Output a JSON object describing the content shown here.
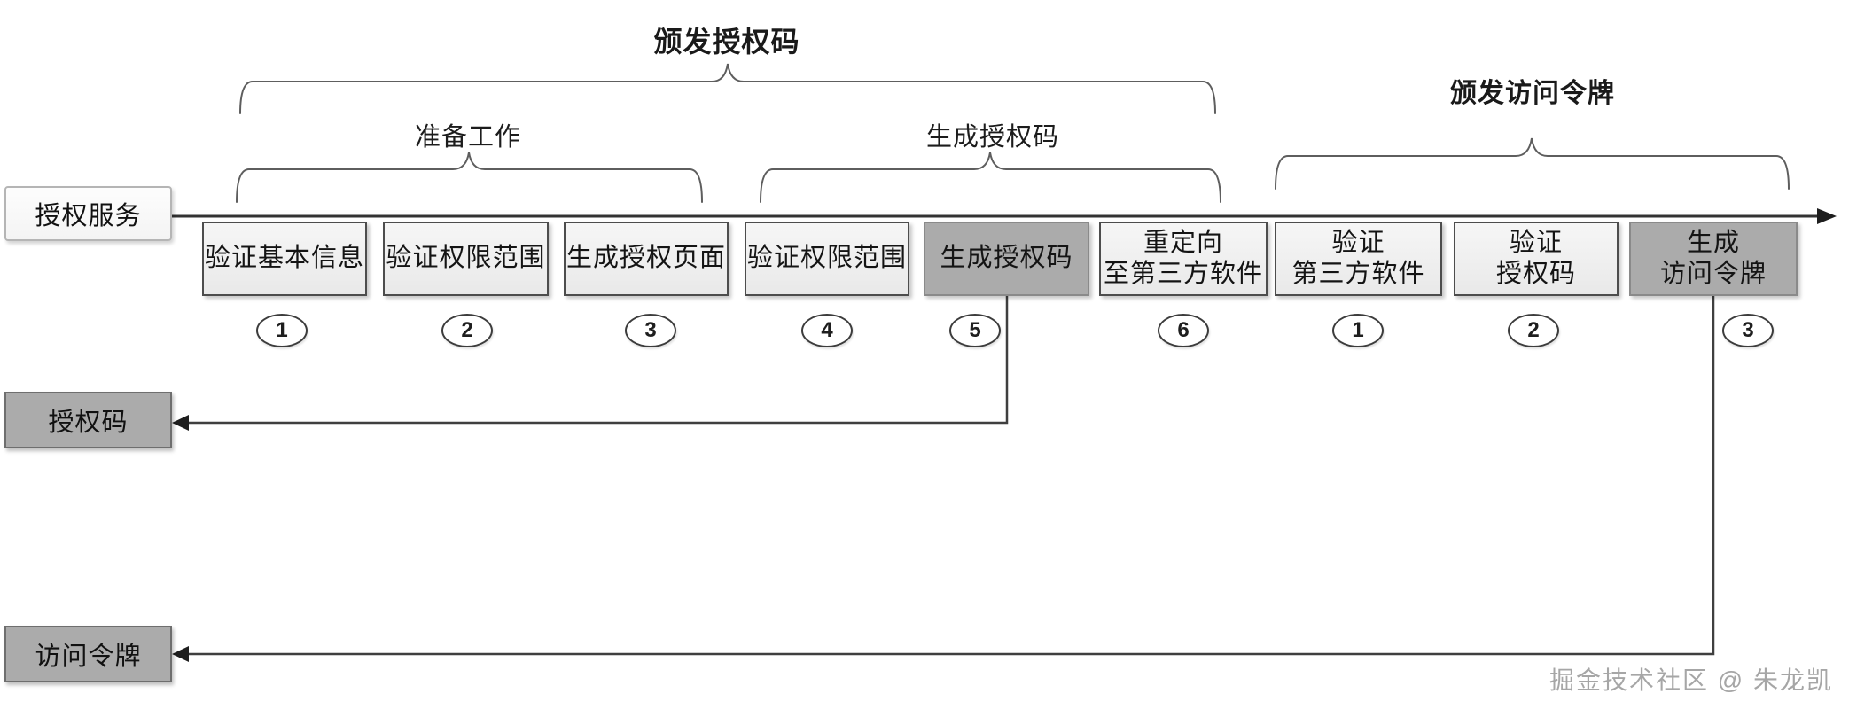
{
  "titles": {
    "issue_auth_code": "颁发授权码",
    "prepare_work": "准备工作",
    "generate_auth_code": "生成授权码",
    "issue_access_token": "颁发访问令牌"
  },
  "lanes": {
    "auth_service": "授权服务",
    "auth_code": "授权码",
    "access_token": "访问令牌"
  },
  "steps": [
    {
      "line1": "验证基本信息",
      "line2": "",
      "num": "1"
    },
    {
      "line1": "验证权限范围",
      "line2": "",
      "num": "2"
    },
    {
      "line1": "生成授权页面",
      "line2": "",
      "num": "3"
    },
    {
      "line1": "验证权限范围",
      "line2": "",
      "num": "4"
    },
    {
      "line1": "生成授权码",
      "line2": "",
      "num": "5"
    },
    {
      "line1": "重定向",
      "line2": "至第三方软件",
      "num": "6"
    },
    {
      "line1": "验证",
      "line2": "第三方软件",
      "num": "1"
    },
    {
      "line1": "验证",
      "line2": "授权码",
      "num": "2"
    },
    {
      "line1": "生成",
      "line2": "访问令牌",
      "num": "3"
    }
  ],
  "watermark": "掘金技术社区 @ 朱龙凯",
  "colors": {
    "bg": "#ffffff",
    "box-gray": "#ababab",
    "box-border": "#4d4d4d",
    "line-dark": "#333333",
    "brace-gray": "#5e5e5e",
    "watermark-gray": "#a6a6a6"
  }
}
